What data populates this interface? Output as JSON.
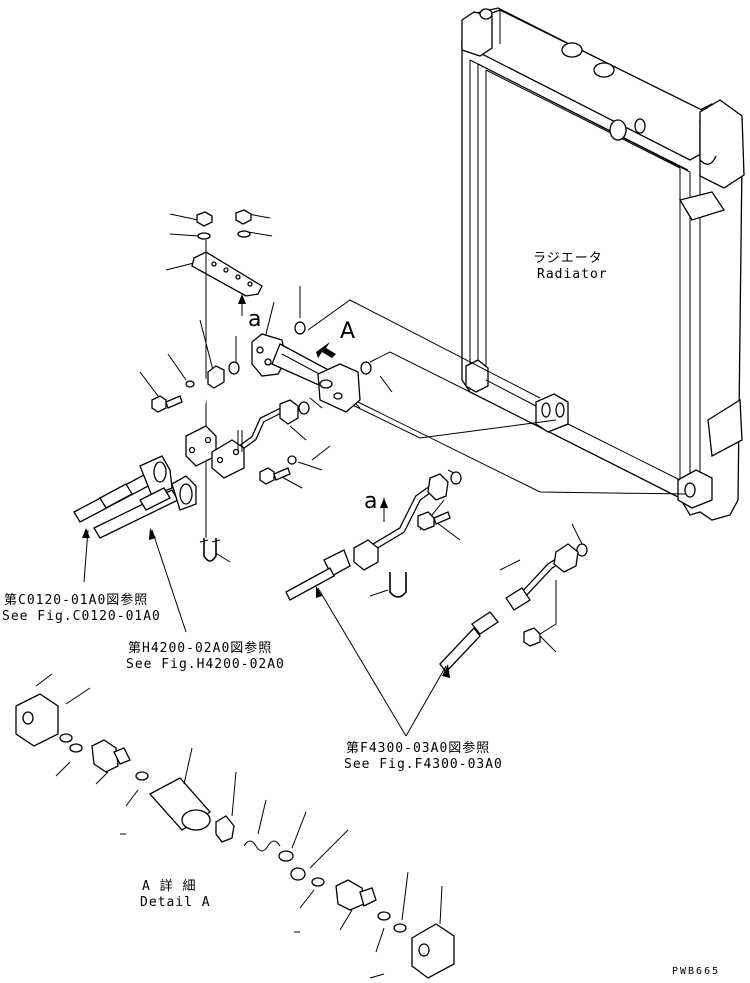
{
  "labels": {
    "radiator_jp": "ラジエータ",
    "radiator_en": "Radiator",
    "ref1_jp": "第C0120-01A0図参照",
    "ref1_en": "See Fig.C0120-01A0",
    "ref2_jp": "第H4200-02A0図参照",
    "ref2_en": "See Fig.H4200-02A0",
    "ref3_jp": "第F4300-03A0図参照",
    "ref3_en": "See Fig.F4300-03A0",
    "detail_jp": "A 詳 細",
    "detail_en": "Detail A",
    "view_a": "A",
    "mark_a_upper": "a",
    "mark_a_lower": "a",
    "code": "PWB665"
  }
}
